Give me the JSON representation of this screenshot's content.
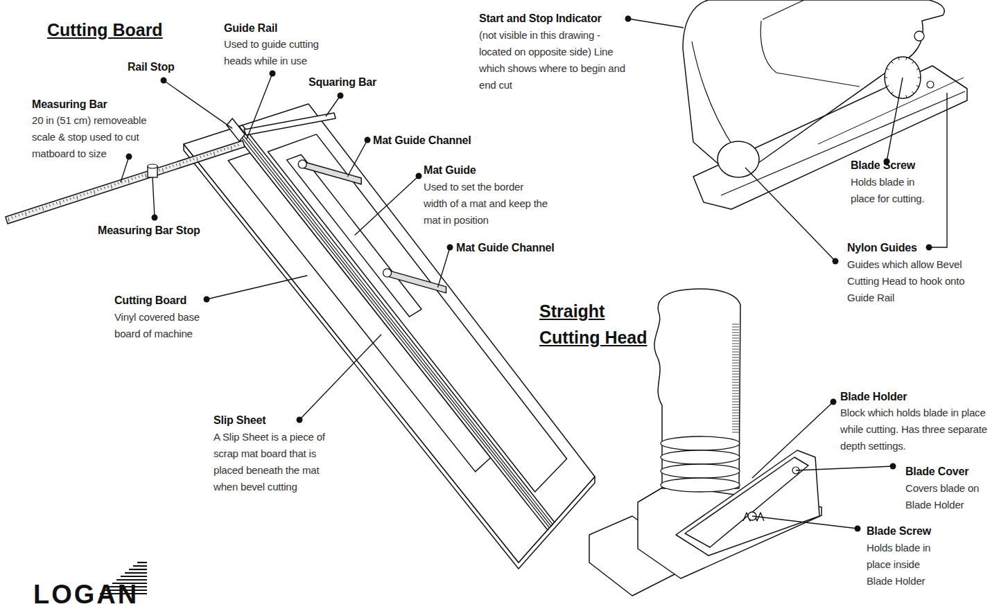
{
  "diagram": {
    "labels": [
      "Cutting Board",
      "Guide Rail",
      "Used to guide cutting heads while in use",
      "Rail Stop",
      "Squaring Bar",
      "Measuring Bar",
      "20 in (51 cm) removeable scale & stop used to cut matboard to size",
      "Mat Guide Channel",
      "Mat Guide",
      "Used to set the border width of a mat and keep the mat in position",
      "Measuring Bar Stop",
      "Mat Guide Channel",
      "Cutting Board",
      "Vinyl covered base board of machine",
      "Slip Sheet",
      "A Slip Sheet is a piece of scrap mat board that is placed beneath the mat when bevel cutting",
      "Start and Stop Indicator",
      "(not visible in this drawing - located on opposite side) Line which shows where to begin and end cut",
      "Blade Screw",
      "Holds blade in place for cutting.",
      "Nylon Guides",
      "Guides which allow Bevel Cutting Head to hook onto Guide Rail",
      "Straight Cutting Head",
      "Blade Holder",
      "Block which holds blade in place while cutting. Has three separate depth settings.",
      "Blade Cover",
      "Covers blade on Blade Holder",
      "Blade Screw",
      "Holds blade in place inside Blade Holder",
      "LOGAN"
    ]
  }
}
